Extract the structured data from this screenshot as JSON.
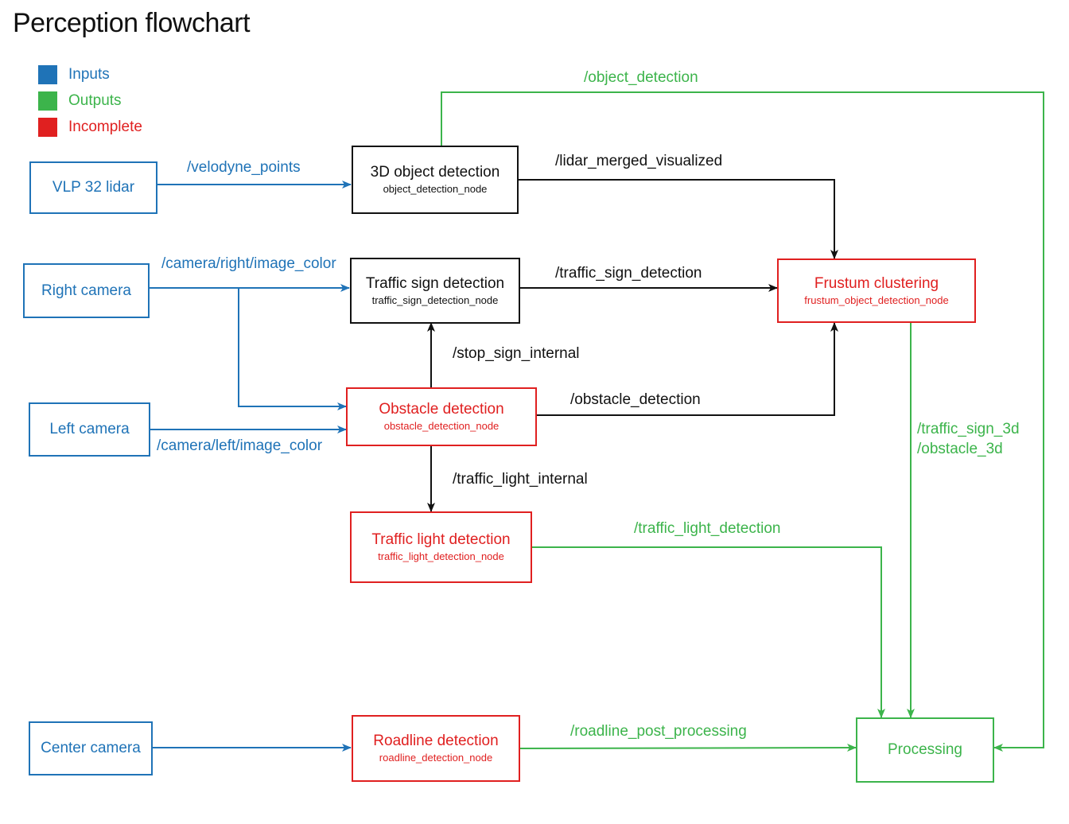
{
  "title": "Perception flowchart",
  "colors": {
    "input": "#1f73b7",
    "output": "#3cb44b",
    "incomplete": "#e02020",
    "node": "#111111"
  },
  "legend": [
    {
      "label": "Inputs",
      "color": "#1f73b7"
    },
    {
      "label": "Outputs",
      "color": "#3cb44b"
    },
    {
      "label": "Incomplete",
      "color": "#e02020"
    }
  ],
  "nodes": {
    "vlp32": {
      "name": "VLP 32 lidar"
    },
    "right_camera": {
      "name": "Right camera"
    },
    "left_camera": {
      "name": "Left camera"
    },
    "center_camera": {
      "name": "Center camera"
    },
    "object3d": {
      "name": "3D object detection",
      "sub": "object_detection_node"
    },
    "traffic_sign": {
      "name": "Traffic sign detection",
      "sub": "traffic_sign_detection_node"
    },
    "obstacle": {
      "name": "Obstacle detection",
      "sub": "obstacle_detection_node"
    },
    "traffic_light": {
      "name": "Traffic light detection",
      "sub": "traffic_light_detection_node"
    },
    "roadline": {
      "name": "Roadline detection",
      "sub": "roadline_detection_node"
    },
    "frustum": {
      "name": "Frustum clustering",
      "sub": "frustum_object_detection_node"
    },
    "processing": {
      "name": "Processing"
    }
  },
  "edges": {
    "velodyne_points": "/velodyne_points",
    "object_detection": "/object_detection",
    "lidar_merged_visualized": "/lidar_merged_visualized",
    "camera_right": "/camera/right/image_color",
    "traffic_sign_detection": "/traffic_sign_detection",
    "stop_sign_internal": "/stop_sign_internal",
    "obstacle_detection": "/obstacle_detection",
    "camera_left": "/camera/left/image_color",
    "traffic_sign_3d": "/traffic_sign_3d",
    "obstacle_3d": "/obstacle_3d",
    "traffic_light_internal": "/traffic_light_internal",
    "traffic_light_detection": "/traffic_light_detection",
    "roadline_post_processing": "/roadline_post_processing"
  }
}
